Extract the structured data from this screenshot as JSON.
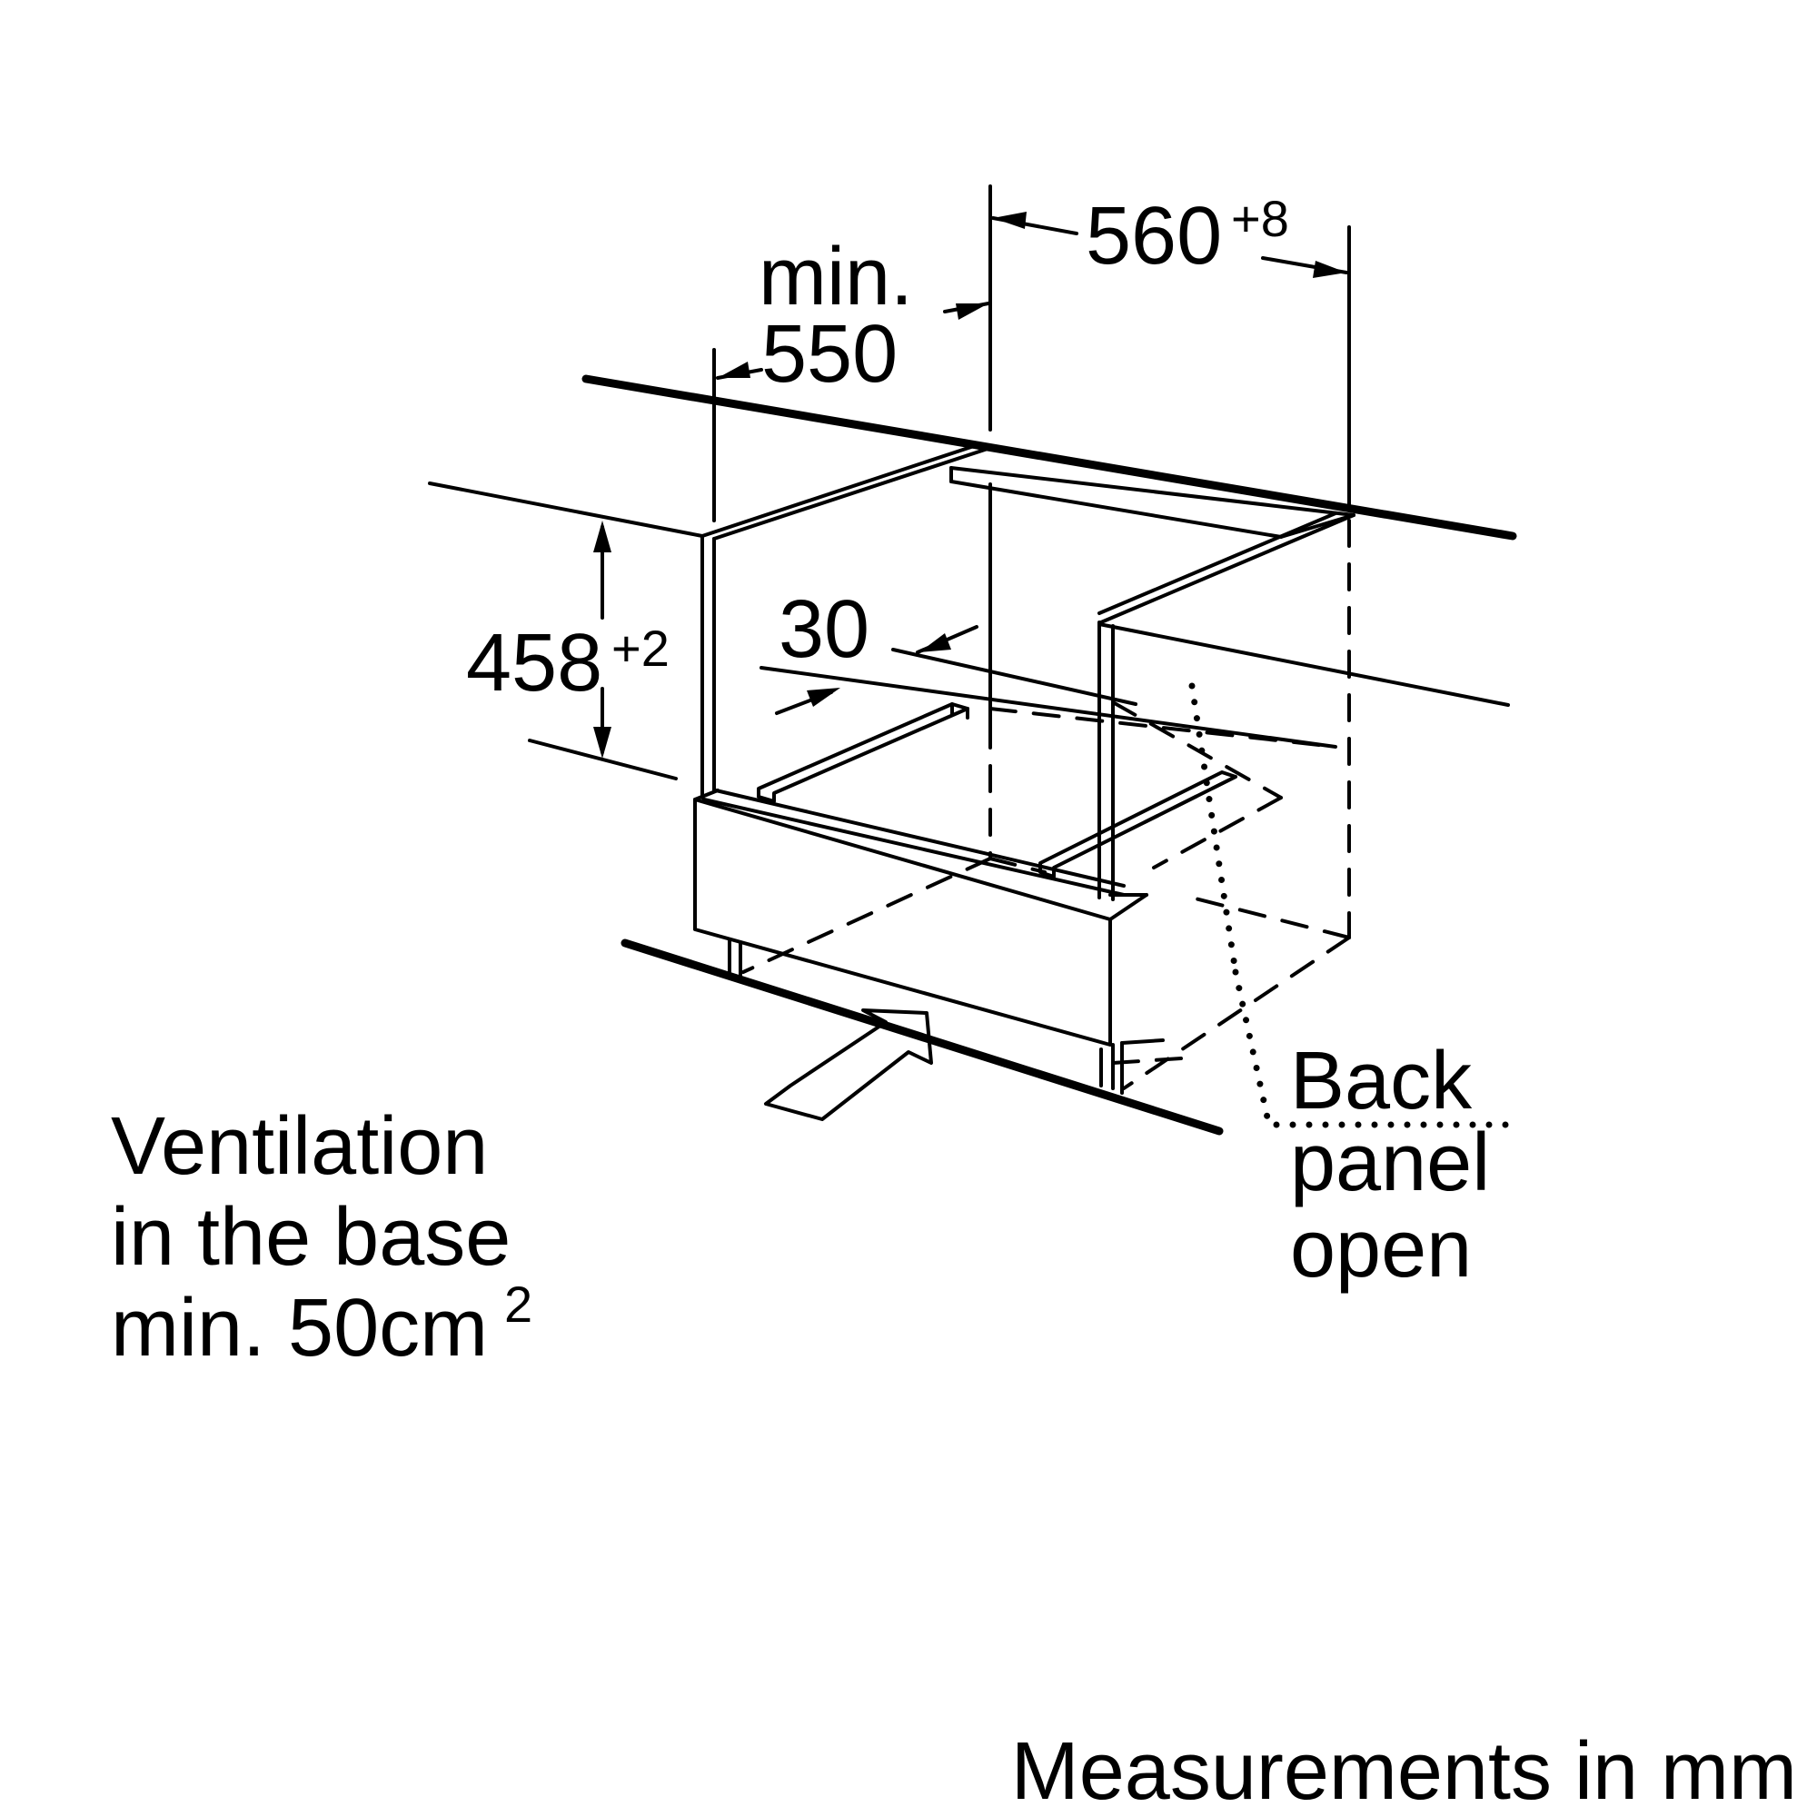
{
  "dimensions": {
    "width": {
      "value": "560",
      "tolerance": "+8"
    },
    "min_depth": {
      "prefix": "min.",
      "value": "550"
    },
    "height": {
      "value": "458",
      "tolerance": "+2"
    },
    "gap": {
      "value": "30"
    }
  },
  "notes": {
    "back_panel": [
      "Back",
      "panel",
      "open"
    ],
    "ventilation": {
      "line1": "Ventilation",
      "line2": "in the base",
      "line3": "min. 50cm",
      "line3_sup": "2"
    }
  },
  "footer": {
    "units": "Measurements in mm"
  }
}
